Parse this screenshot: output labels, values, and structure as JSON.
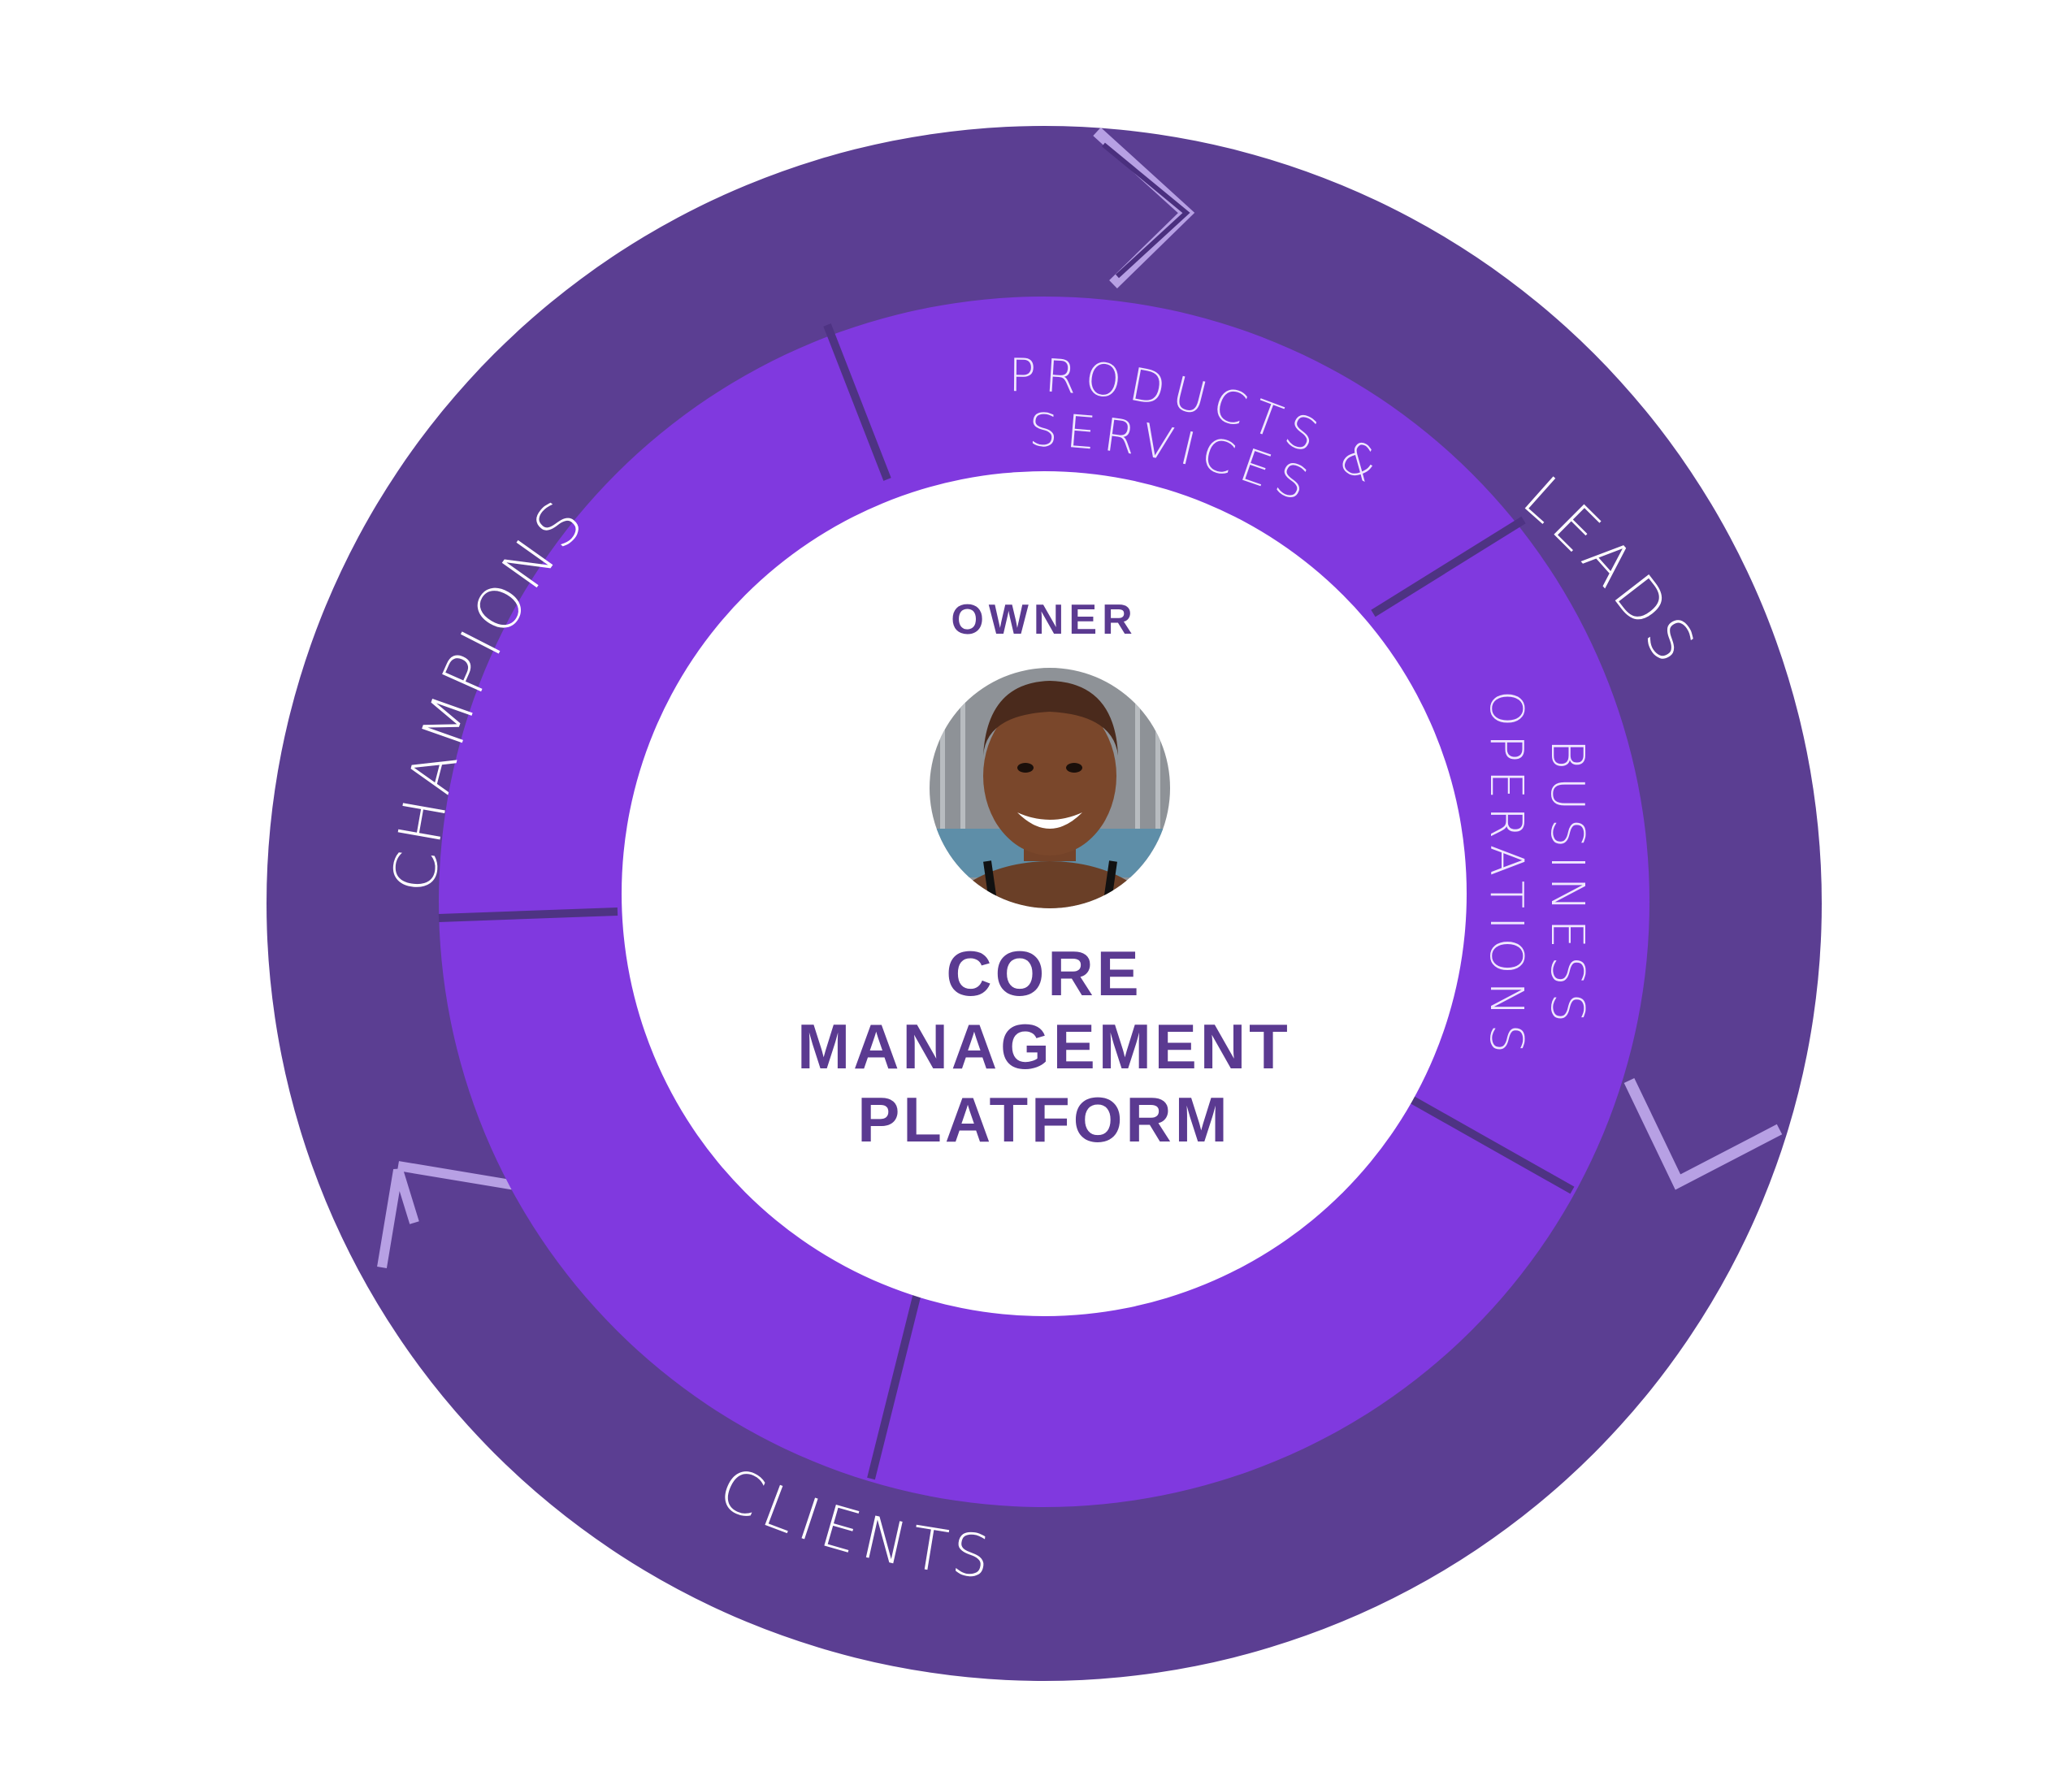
{
  "outer_ring": {
    "labels": {
      "champions": "CHAMPIONS",
      "leads": "LEADS",
      "clients": "CLIENTS"
    }
  },
  "inner_ring": {
    "products_services": [
      "PRODUCTS &",
      "SERVICES"
    ],
    "business_operations": [
      "BUSINESS",
      "OPERATIONS"
    ]
  },
  "center": {
    "role": "OWNER",
    "title_lines": [
      "CORE",
      "MANAGEMENT",
      "PLATFORM"
    ]
  },
  "colors": {
    "outer_ring": "#5b3e92",
    "outer_ring_highlight": "#b7a0e4",
    "inner_ring": "#8039df",
    "divider": "#4e3383",
    "center": "#ffffff",
    "text_dark": "#5b3a91"
  },
  "icons": {
    "avatar": "owner-photo"
  }
}
